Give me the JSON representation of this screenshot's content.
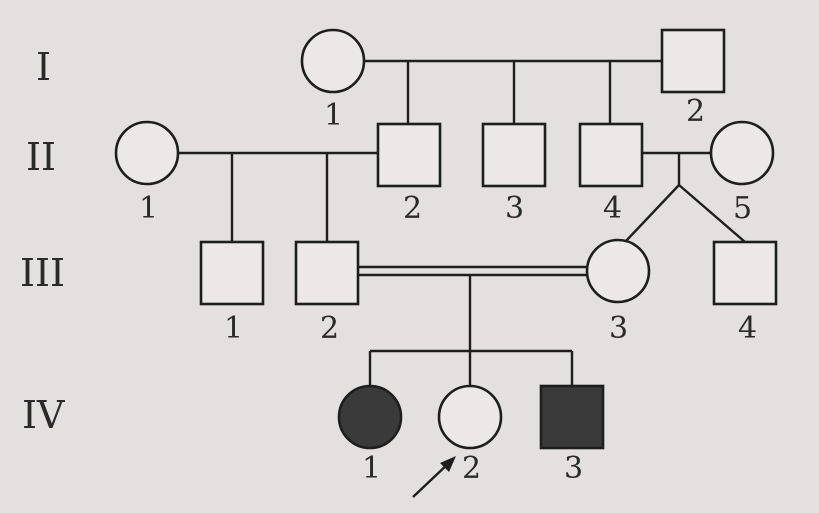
{
  "generations": [
    "I",
    "II",
    "III",
    "IV"
  ],
  "individuals": {
    "I1": {
      "label": "1",
      "sex": "female",
      "affected": false
    },
    "I2": {
      "label": "2",
      "sex": "male",
      "affected": false
    },
    "II1": {
      "label": "1",
      "sex": "female",
      "affected": false
    },
    "II2": {
      "label": "2",
      "sex": "male",
      "affected": false
    },
    "II3": {
      "label": "3",
      "sex": "male",
      "affected": false
    },
    "II4": {
      "label": "4",
      "sex": "male",
      "affected": false
    },
    "II5": {
      "label": "5",
      "sex": "female",
      "affected": false
    },
    "III1": {
      "label": "1",
      "sex": "male",
      "affected": false
    },
    "III2": {
      "label": "2",
      "sex": "male",
      "affected": false
    },
    "III3": {
      "label": "3",
      "sex": "female",
      "affected": false
    },
    "III4": {
      "label": "4",
      "sex": "male",
      "affected": false
    },
    "IV1": {
      "label": "1",
      "sex": "female",
      "affected": true
    },
    "IV2": {
      "label": "2",
      "sex": "female",
      "affected": false,
      "proband": true
    },
    "IV3": {
      "label": "3",
      "sex": "male",
      "affected": true
    }
  },
  "colors": {
    "background": "#e3e0df",
    "line": "#1e1e1e",
    "affected_fill": "#3a3a3a"
  }
}
